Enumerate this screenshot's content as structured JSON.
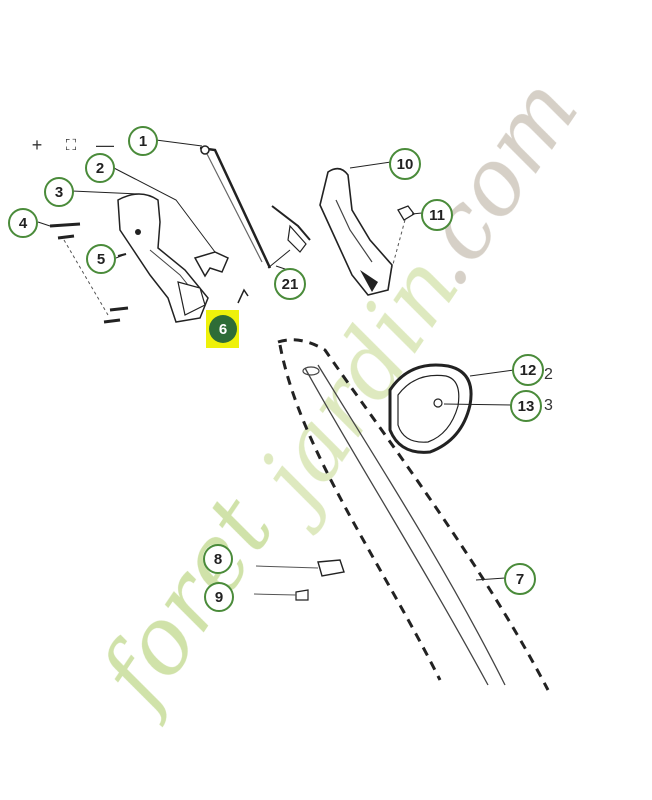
{
  "toolbar": {
    "zoom_in": "+",
    "fullscreen": "⛶",
    "zoom_out": "—"
  },
  "callouts": {
    "c1": "1",
    "c2": "2",
    "c3": "3",
    "c4": "4",
    "c5": "5",
    "c6": "6",
    "c7": "7",
    "c8": "8",
    "c9": "9",
    "c10": "10",
    "c11": "11",
    "c12": "12",
    "c13": "13",
    "c21": "21"
  },
  "clipped_right": {
    "a": "2",
    "b": "3"
  },
  "watermark": "foretjardin.com",
  "colors": {
    "callout_border": "#4a8b3a",
    "highlight": "#eef10a",
    "highlight_dot": "#2e6c37",
    "watermark_green": "#c8dd9a",
    "watermark_orange": "#f6c27e",
    "watermark_gray": "#cfc8bd"
  }
}
